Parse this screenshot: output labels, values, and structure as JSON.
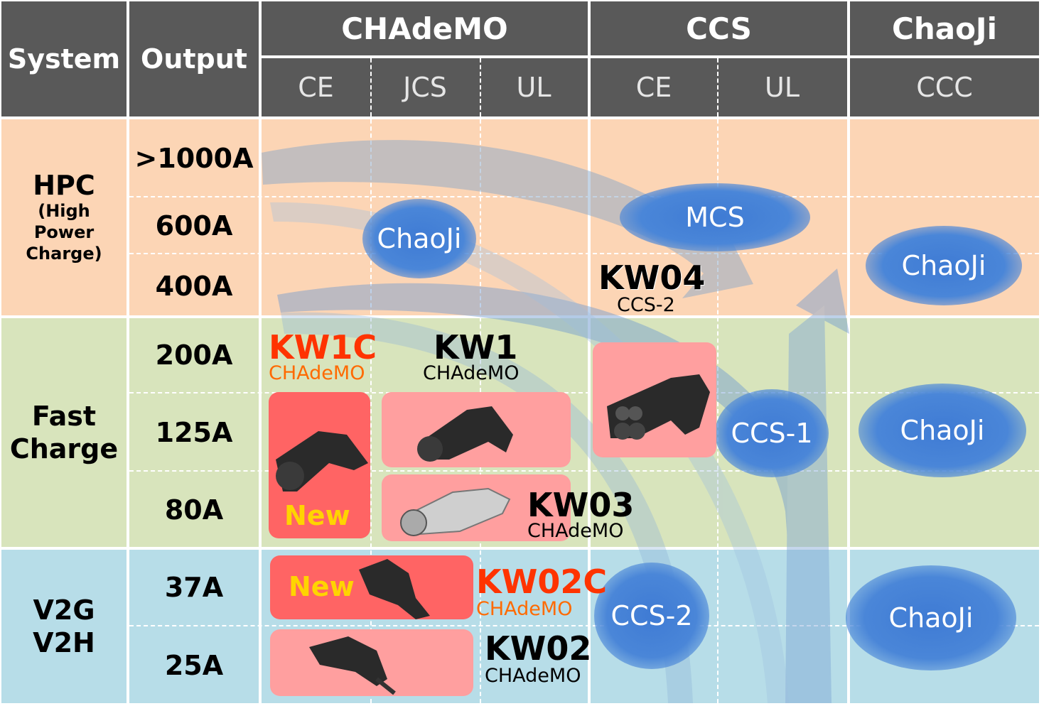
{
  "header": {
    "system": "System",
    "output": "Output",
    "groups": [
      "CHAdeMO",
      "CCS",
      "ChaoJi"
    ],
    "subs": [
      "CE",
      "JCS",
      "UL",
      "CE",
      "UL",
      "CCC"
    ]
  },
  "rows": {
    "hpc": {
      "title": "HPC",
      "detail": [
        "(High",
        "Power",
        "Charge)"
      ]
    },
    "fast": {
      "title": [
        "Fast",
        "Charge"
      ]
    },
    "v2g": {
      "title": [
        "V2G",
        "V2H"
      ]
    }
  },
  "outputs": [
    ">1000A",
    "600A",
    "400A",
    "200A",
    "125A",
    "80A",
    "37A",
    "25A"
  ],
  "blobs": {
    "chaoji_hpc_mid": "ChaoJi",
    "mcs": "MCS",
    "chaoji_hpc_right": "ChaoJi",
    "ccs1": "CCS-1",
    "chaoji_fast_right": "ChaoJi",
    "ccs2": "CCS-2",
    "chaoji_v2g_right": "ChaoJi"
  },
  "products": {
    "kw04": {
      "model": "KW04",
      "std": "CCS-2"
    },
    "kw1c": {
      "model": "KW1C",
      "std": "CHAdeMO"
    },
    "kw1": {
      "model": "KW1",
      "std": "CHAdeMO"
    },
    "kw03": {
      "model": "KW03",
      "std": "CHAdeMO"
    },
    "kw02c": {
      "model": "KW02C",
      "std": "CHAdeMO"
    },
    "kw02": {
      "model": "KW02",
      "std": "CHAdeMO"
    }
  },
  "new_label": "New",
  "colors": {
    "header": "#595959",
    "hpc": "#fcd5b5",
    "fast": "#d8e4bc",
    "v2g": "#b7dde8",
    "blob": "#4a86d8",
    "card": "#ff9f9f",
    "card_new": "#ff6464",
    "accent": "#ff3300"
  },
  "icons": [
    "arrow-up-right-icon",
    "arrow-up-icon",
    "connector-image"
  ]
}
